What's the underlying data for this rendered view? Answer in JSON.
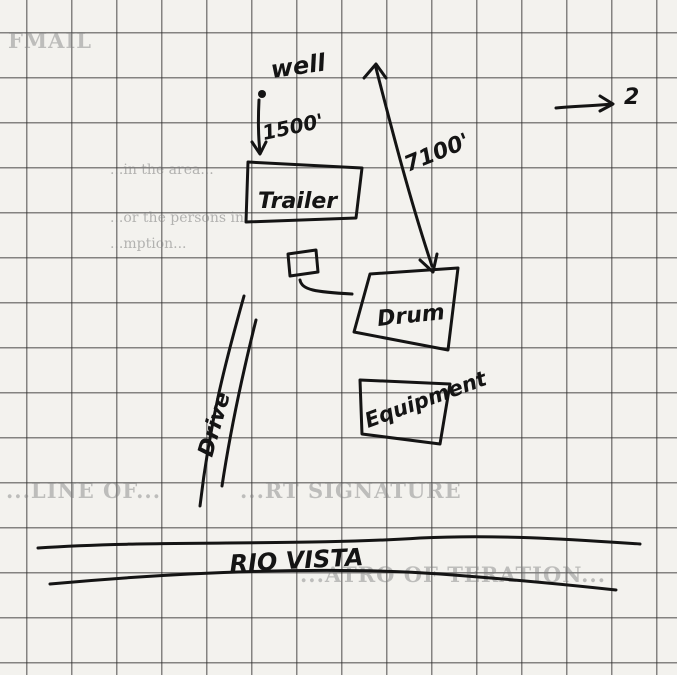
{
  "sketch": {
    "well_label": "well",
    "depth_label_1": "1500'",
    "depth_label_2": "7100'",
    "direction_label": "2",
    "box_trailer_label": "Trailer",
    "box_drum_label": "Drum",
    "box_equipment_label": "Equipment",
    "driveway_label": "Drive",
    "road_label": "RIO VISTA"
  },
  "background_text": {
    "line_1": "FMAIL",
    "line_2": "...in the area...",
    "line_3": "...or the persons in...",
    "line_4": "...mption...",
    "line_5": "...LINE OF...",
    "line_6": "...RT SIGNATURE",
    "line_7": "...ATRO OF TERATION..."
  },
  "colors": {
    "ink": "#141414",
    "grid": "#3a3a3a",
    "paper": "#f3f2ee"
  }
}
